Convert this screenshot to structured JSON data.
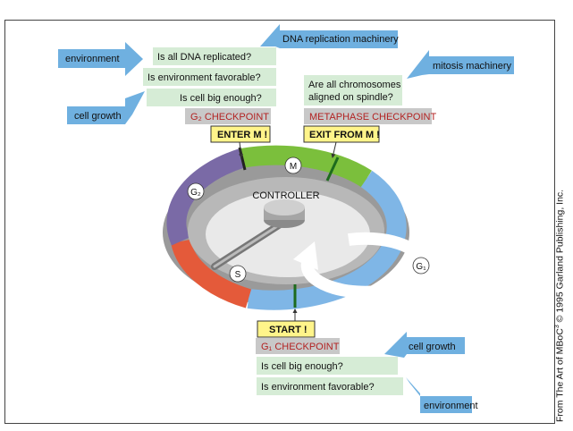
{
  "arrows": {
    "dna_replication_machinery": "DNA replication machinery",
    "environment_top": "environment",
    "cell_growth_top": "cell growth",
    "mitosis_machinery": "mitosis machinery",
    "cell_growth_bottom": "cell growth",
    "environment_bottom": "environment"
  },
  "g2_questions": {
    "q1": "Is all DNA replicated?",
    "q2": "Is environment favorable?",
    "q3": "Is cell big enough?"
  },
  "g2_checkpoint": "G₂ CHECKPOINT",
  "metaphase_question_line1": "Are all chromosomes",
  "metaphase_question_line2": "aligned on spindle?",
  "metaphase_checkpoint": "METAPHASE CHECKPOINT",
  "enter_m": "ENTER M !",
  "exit_from_m": "EXIT FROM M !",
  "start": "START !",
  "g1_checkpoint": "G₁ CHECKPOINT",
  "g1_questions": {
    "q1": "Is cell big enough?",
    "q2": "Is environment favorable?"
  },
  "phases": {
    "m": "M",
    "g2": "G₂",
    "s": "S",
    "g1": "G₁"
  },
  "controller": "CONTROLLER",
  "credit": {
    "prefix": "From The Art of MBoC",
    "superscript": "3",
    "suffix": " © 1995 Garland Publishing, Inc."
  },
  "colors": {
    "arrow_blue": "#6fb0e0",
    "question_green": "#d6ecd6",
    "checkpoint_gray": "#c8c8c8",
    "checkpoint_red": "#b22222",
    "callout_yellow": "#fff48a",
    "m_phase_green": "#7bbf3c",
    "g1_phase_blue": "#7fb6e6",
    "s_phase_red": "#e45a3a",
    "g2_phase_purple": "#7a6aa6",
    "inner_gray": "#b8b8b8"
  }
}
